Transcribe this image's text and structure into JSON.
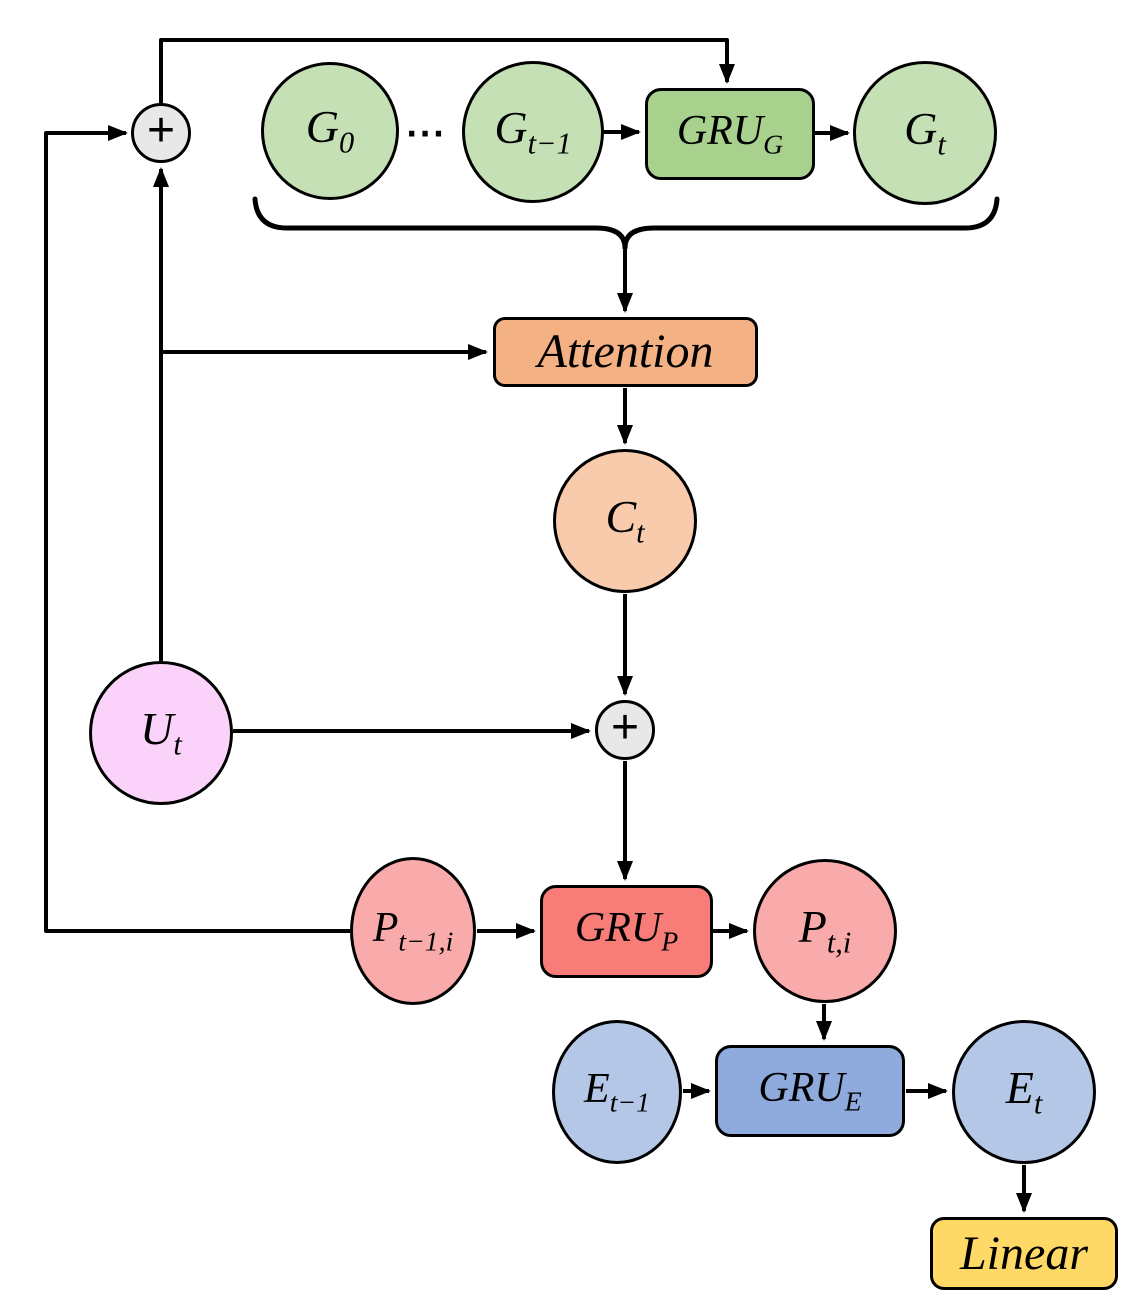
{
  "nodes": {
    "plus_top": {
      "label": "+"
    },
    "plus_mid": {
      "label": "+"
    },
    "g0": {
      "base": "G",
      "sub": "0"
    },
    "ellipsis": "···",
    "g_prev": {
      "base": "G",
      "sub": "t−1"
    },
    "gru_g": {
      "base": "GRU",
      "sub": "G"
    },
    "g_t": {
      "base": "G",
      "sub": "t"
    },
    "attention": {
      "label": "Attention"
    },
    "c_t": {
      "base": "C",
      "sub": "t"
    },
    "u_t": {
      "base": "U",
      "sub": "t"
    },
    "p_prev": {
      "base": "P",
      "sub": "t−1,i"
    },
    "gru_p": {
      "base": "GRU",
      "sub": "P"
    },
    "p_t": {
      "base": "P",
      "sub": "t,i"
    },
    "e_prev": {
      "base": "E",
      "sub": "t−1"
    },
    "gru_e": {
      "base": "GRU",
      "sub": "E"
    },
    "e_t": {
      "base": "E",
      "sub": "t"
    },
    "linear": {
      "label": "Linear"
    }
  },
  "edges": [
    {
      "from": "P_t-1,i",
      "to": "plus_top"
    },
    {
      "from": "U_t",
      "to": "plus_top"
    },
    {
      "from": "U_t",
      "to": "Attention"
    },
    {
      "from": "plus_top",
      "to": "GRU_G"
    },
    {
      "from": "G_t-1",
      "to": "GRU_G"
    },
    {
      "from": "GRU_G",
      "to": "G_t"
    },
    {
      "from": "G_0..G_t (brace)",
      "to": "Attention"
    },
    {
      "from": "Attention",
      "to": "C_t"
    },
    {
      "from": "C_t",
      "to": "plus_mid"
    },
    {
      "from": "U_t",
      "to": "plus_mid"
    },
    {
      "from": "plus_mid",
      "to": "GRU_P"
    },
    {
      "from": "P_t-1,i",
      "to": "GRU_P"
    },
    {
      "from": "GRU_P",
      "to": "P_t,i"
    },
    {
      "from": "P_t,i",
      "to": "GRU_E"
    },
    {
      "from": "E_t-1",
      "to": "GRU_E"
    },
    {
      "from": "GRU_E",
      "to": "E_t"
    },
    {
      "from": "E_t",
      "to": "Linear"
    }
  ],
  "colors": {
    "state_green_light": "#c5e0b4",
    "gru_g_green": "#a9d18e",
    "attention_orange": "#f4b183",
    "context_peach": "#f8cbad",
    "u_pink": "#fbd3fa",
    "p_pink": "#f9abab",
    "gru_p_red": "#f87d78",
    "e_blue_light": "#b4c7e7",
    "gru_e_blue": "#8faadc",
    "linear_yellow": "#ffd966",
    "sum_grey": "#e8e8e8",
    "line": "#000000"
  }
}
